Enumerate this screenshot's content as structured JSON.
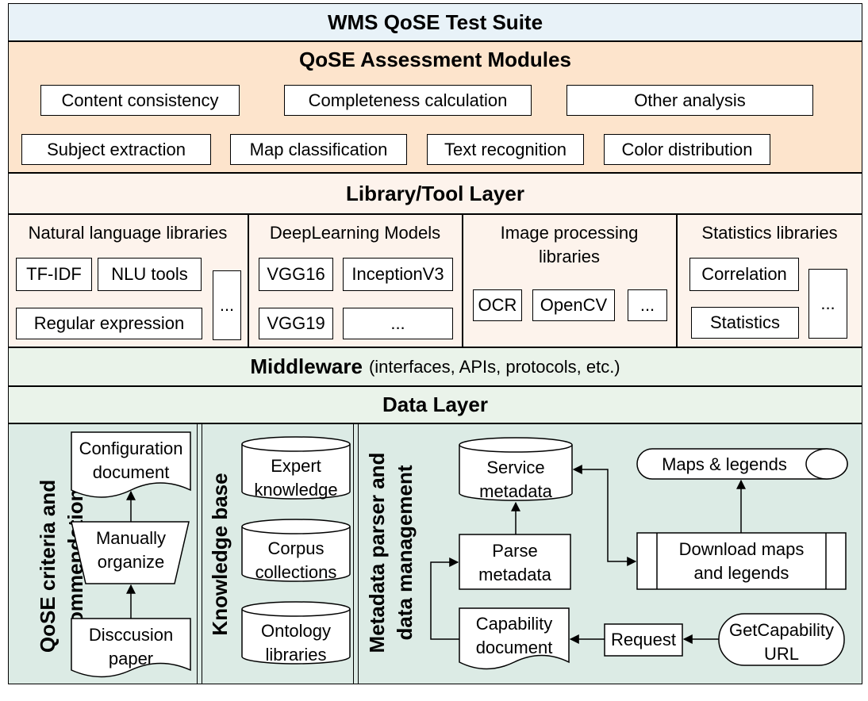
{
  "suite_title": "WMS QoSE Test Suite",
  "assessment": {
    "title": "QoSE Assessment Modules",
    "modules_row1": [
      "Content consistency",
      "Completeness calculation",
      "Other analysis"
    ],
    "modules_row2": [
      "Subject extraction",
      "Map classification",
      "Text recognition",
      "Color distribution"
    ],
    "fill": "#fde4cc"
  },
  "library": {
    "title": "Library/Tool Layer",
    "fill": "#fdf3ec",
    "groups": [
      {
        "title": "Natural language libraries",
        "items": [
          "TF-IDF",
          "NLU tools",
          "Regular expression",
          "..."
        ]
      },
      {
        "title": "DeepLearning Models",
        "items": [
          "VGG16",
          "InceptionV3",
          "VGG19",
          "..."
        ]
      },
      {
        "title_line1": "Image processing",
        "title_line2": "libraries",
        "items": [
          "OCR",
          "OpenCV",
          "..."
        ]
      },
      {
        "title": "Statistics libraries",
        "items": [
          "Correlation",
          "Statistics",
          "..."
        ]
      }
    ]
  },
  "middleware": {
    "title": "Middleware",
    "subtitle": "(interfaces, APIs, protocols, etc.)",
    "fill": "#eaf3ea"
  },
  "data_layer": {
    "title": "Data Layer",
    "fill": "#eaf3ea",
    "panel_fill": "#dcebe5",
    "criteria": {
      "label_line1": "QoSE criteria and",
      "label_line2": "recommendations",
      "config_doc": [
        "Configuration",
        "document"
      ],
      "manually": [
        "Manually",
        "organize"
      ],
      "discussion": [
        "Disccusion",
        "paper"
      ]
    },
    "knowledge": {
      "label": "Knowledge base",
      "expert": [
        "Expert",
        "knowledge"
      ],
      "corpus": [
        "Corpus",
        "collections"
      ],
      "ontology": [
        "Ontology",
        "libraries"
      ]
    },
    "metadata": {
      "label_line1": "Metadata parser and",
      "label_line2": "data management",
      "service_metadata": [
        "Service",
        "metadata"
      ],
      "maps_legends": "Maps & legends",
      "parse_metadata": [
        "Parse",
        "metadata"
      ],
      "download": [
        "Download maps",
        "and legends"
      ],
      "capability_doc": [
        "Capability",
        "document"
      ],
      "request": "Request",
      "getcap": [
        "GetCapability",
        "URL"
      ]
    }
  }
}
